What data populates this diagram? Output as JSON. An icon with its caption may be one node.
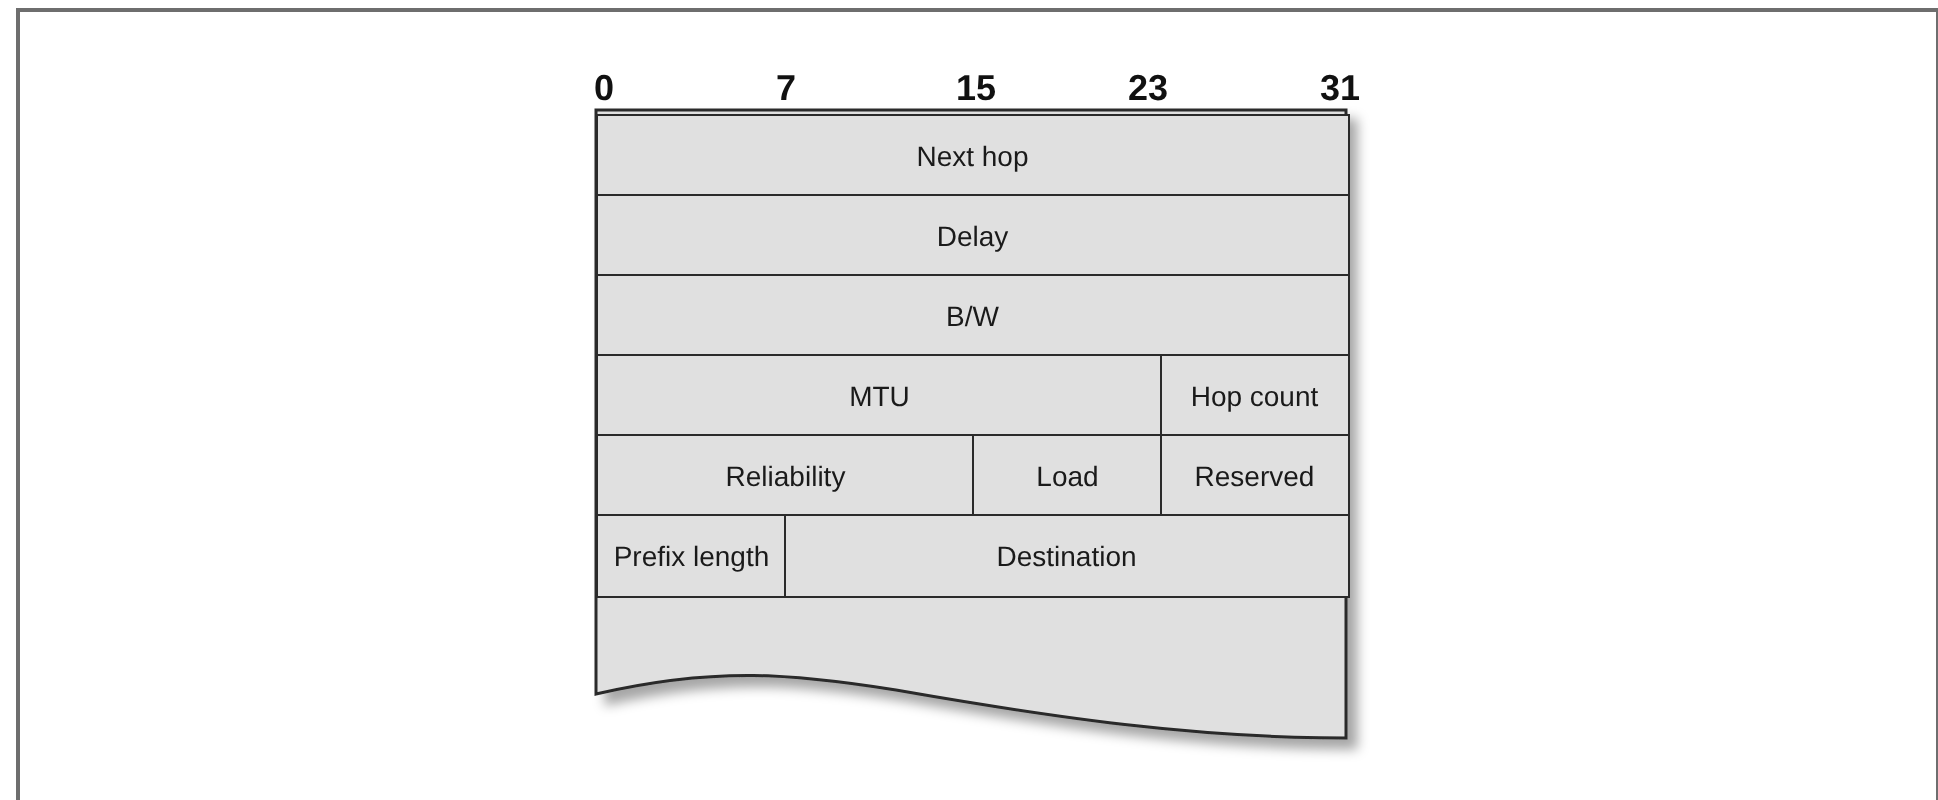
{
  "diagram": {
    "nodes": [
      {
        "text": [
          "Next hop"
        ]
      },
      {
        "text": [
          "Delay"
        ]
      },
      {
        "text": [
          "B/W"
        ]
      },
      {
        "text": [
          "MTU"
        ]
      },
      {
        "text": [
          "Hop count"
        ]
      },
      {
        "text": [
          "Reliability"
        ]
      },
      {
        "text": [
          "Load"
        ]
      },
      {
        "text": [
          "Reserved"
        ]
      },
      {
        "text": [
          "Prefix length"
        ]
      },
      {
        "text": [
          "Destination"
        ]
      }
    ],
    "labels": [
      "0",
      "7",
      "15",
      "23",
      "31"
    ]
  }
}
